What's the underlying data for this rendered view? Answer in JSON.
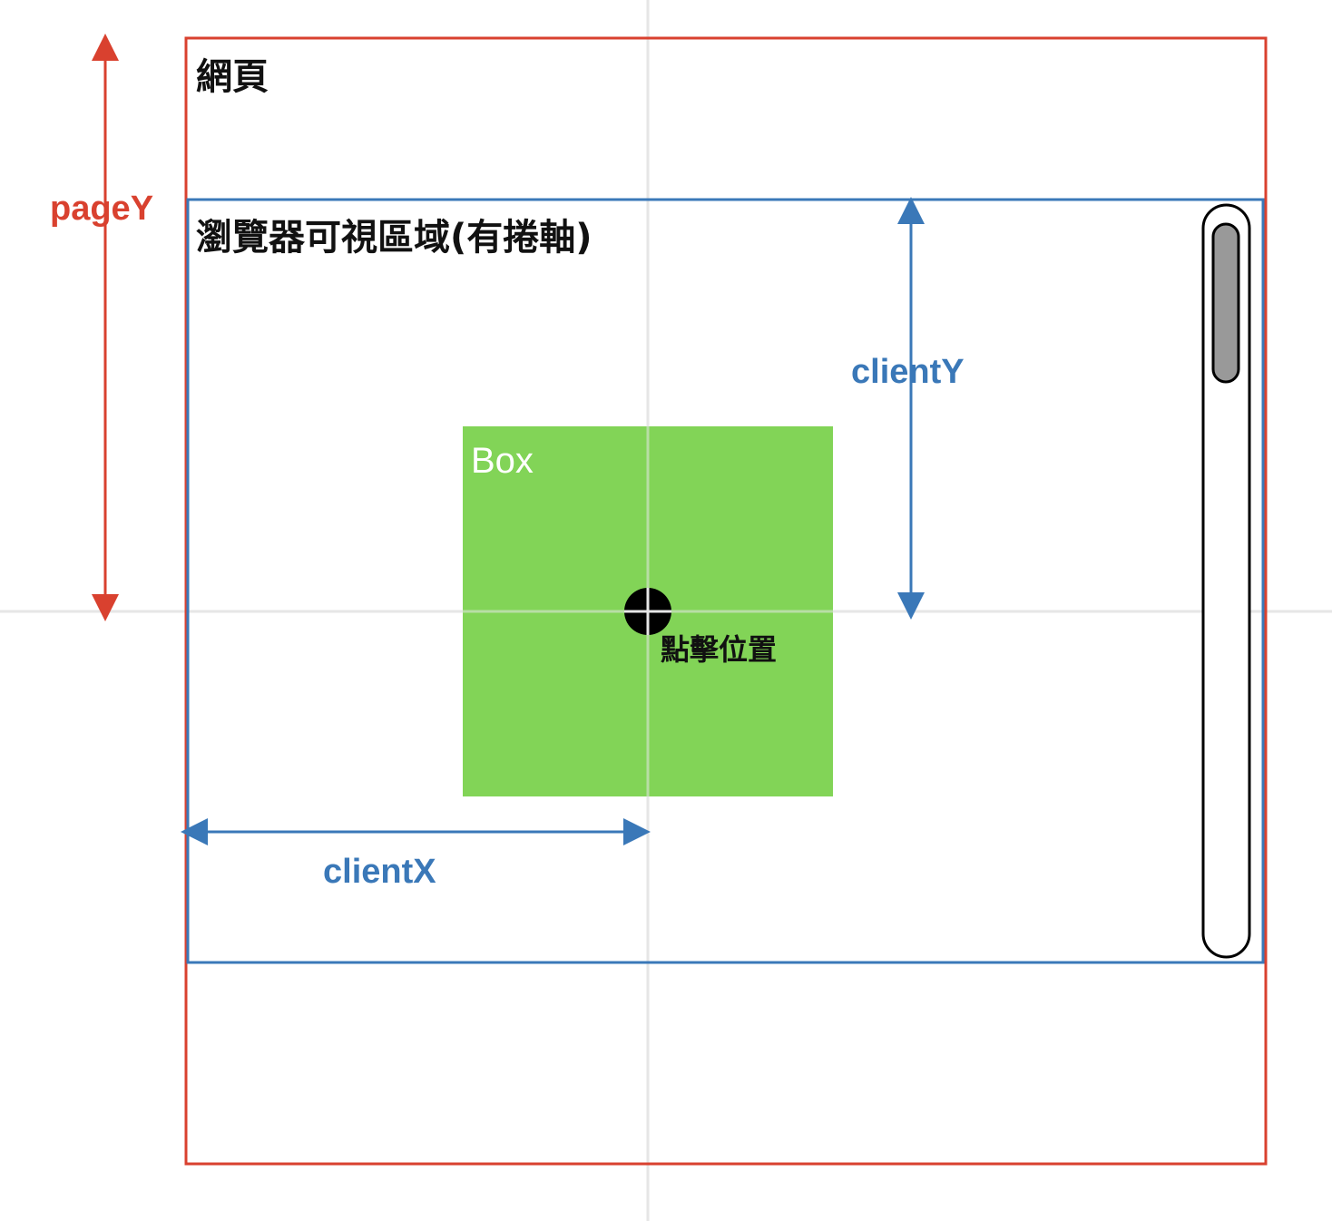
{
  "labels": {
    "page": "網頁",
    "viewport": "瀏覽器可視區域(有捲軸)",
    "page_y": "pageY",
    "client_y": "clientY",
    "client_x": "clientX",
    "box": "Box",
    "click_position": "點擊位置"
  },
  "colors": {
    "page_border": "#d9412f",
    "viewport_border": "#3a78b8",
    "box_fill": "#82d457",
    "box_text": "#ffffff",
    "crosshair": "#e6e6e6",
    "click_point": "#000000",
    "scrollbar_thumb": "#999999",
    "scrollbar_track": "#ffffff"
  },
  "icons": {
    "click_point": "crosshair-dot-icon",
    "scrollbar": "scrollbar-icon"
  }
}
